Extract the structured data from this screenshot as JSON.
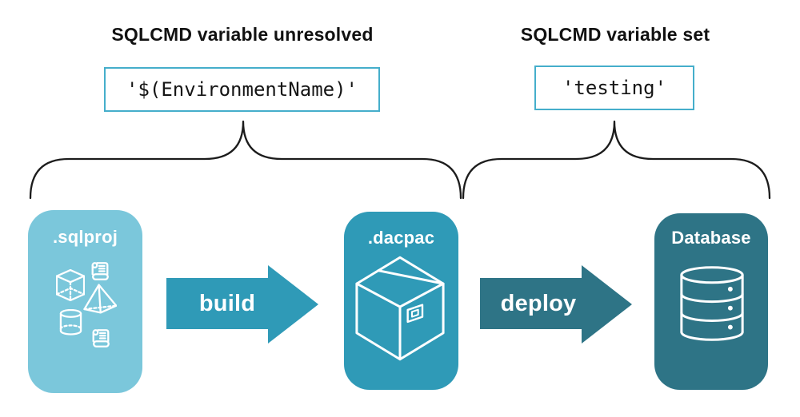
{
  "annotations": {
    "left": {
      "heading": "SQLCMD variable unresolved",
      "code": "'$(EnvironmentName)'"
    },
    "right": {
      "heading": "SQLCMD variable set",
      "code": "'testing'"
    }
  },
  "pipeline": {
    "sqlproj_card": {
      "label": ".sqlproj"
    },
    "build_arrow": {
      "label": "build"
    },
    "dacpac_card": {
      "label": ".dacpac"
    },
    "deploy_arrow": {
      "label": "deploy"
    },
    "database_card": {
      "label": "Database"
    }
  },
  "icons": {
    "sqlproj_card": [
      "sql-script-icon",
      "cube-icon",
      "pyramid-icon",
      "cylinder-icon",
      "sql-script-icon"
    ],
    "dacpac_card": "package-icon",
    "database_card": "database-icon"
  },
  "colors": {
    "sqlproj_blue": "#7BC7DB",
    "build_teal": "#2F9AB7",
    "deploy_teal": "#2E7486",
    "code_border": "#45AECB",
    "line_black": "#1C1C1C",
    "text_black": "#111111"
  }
}
